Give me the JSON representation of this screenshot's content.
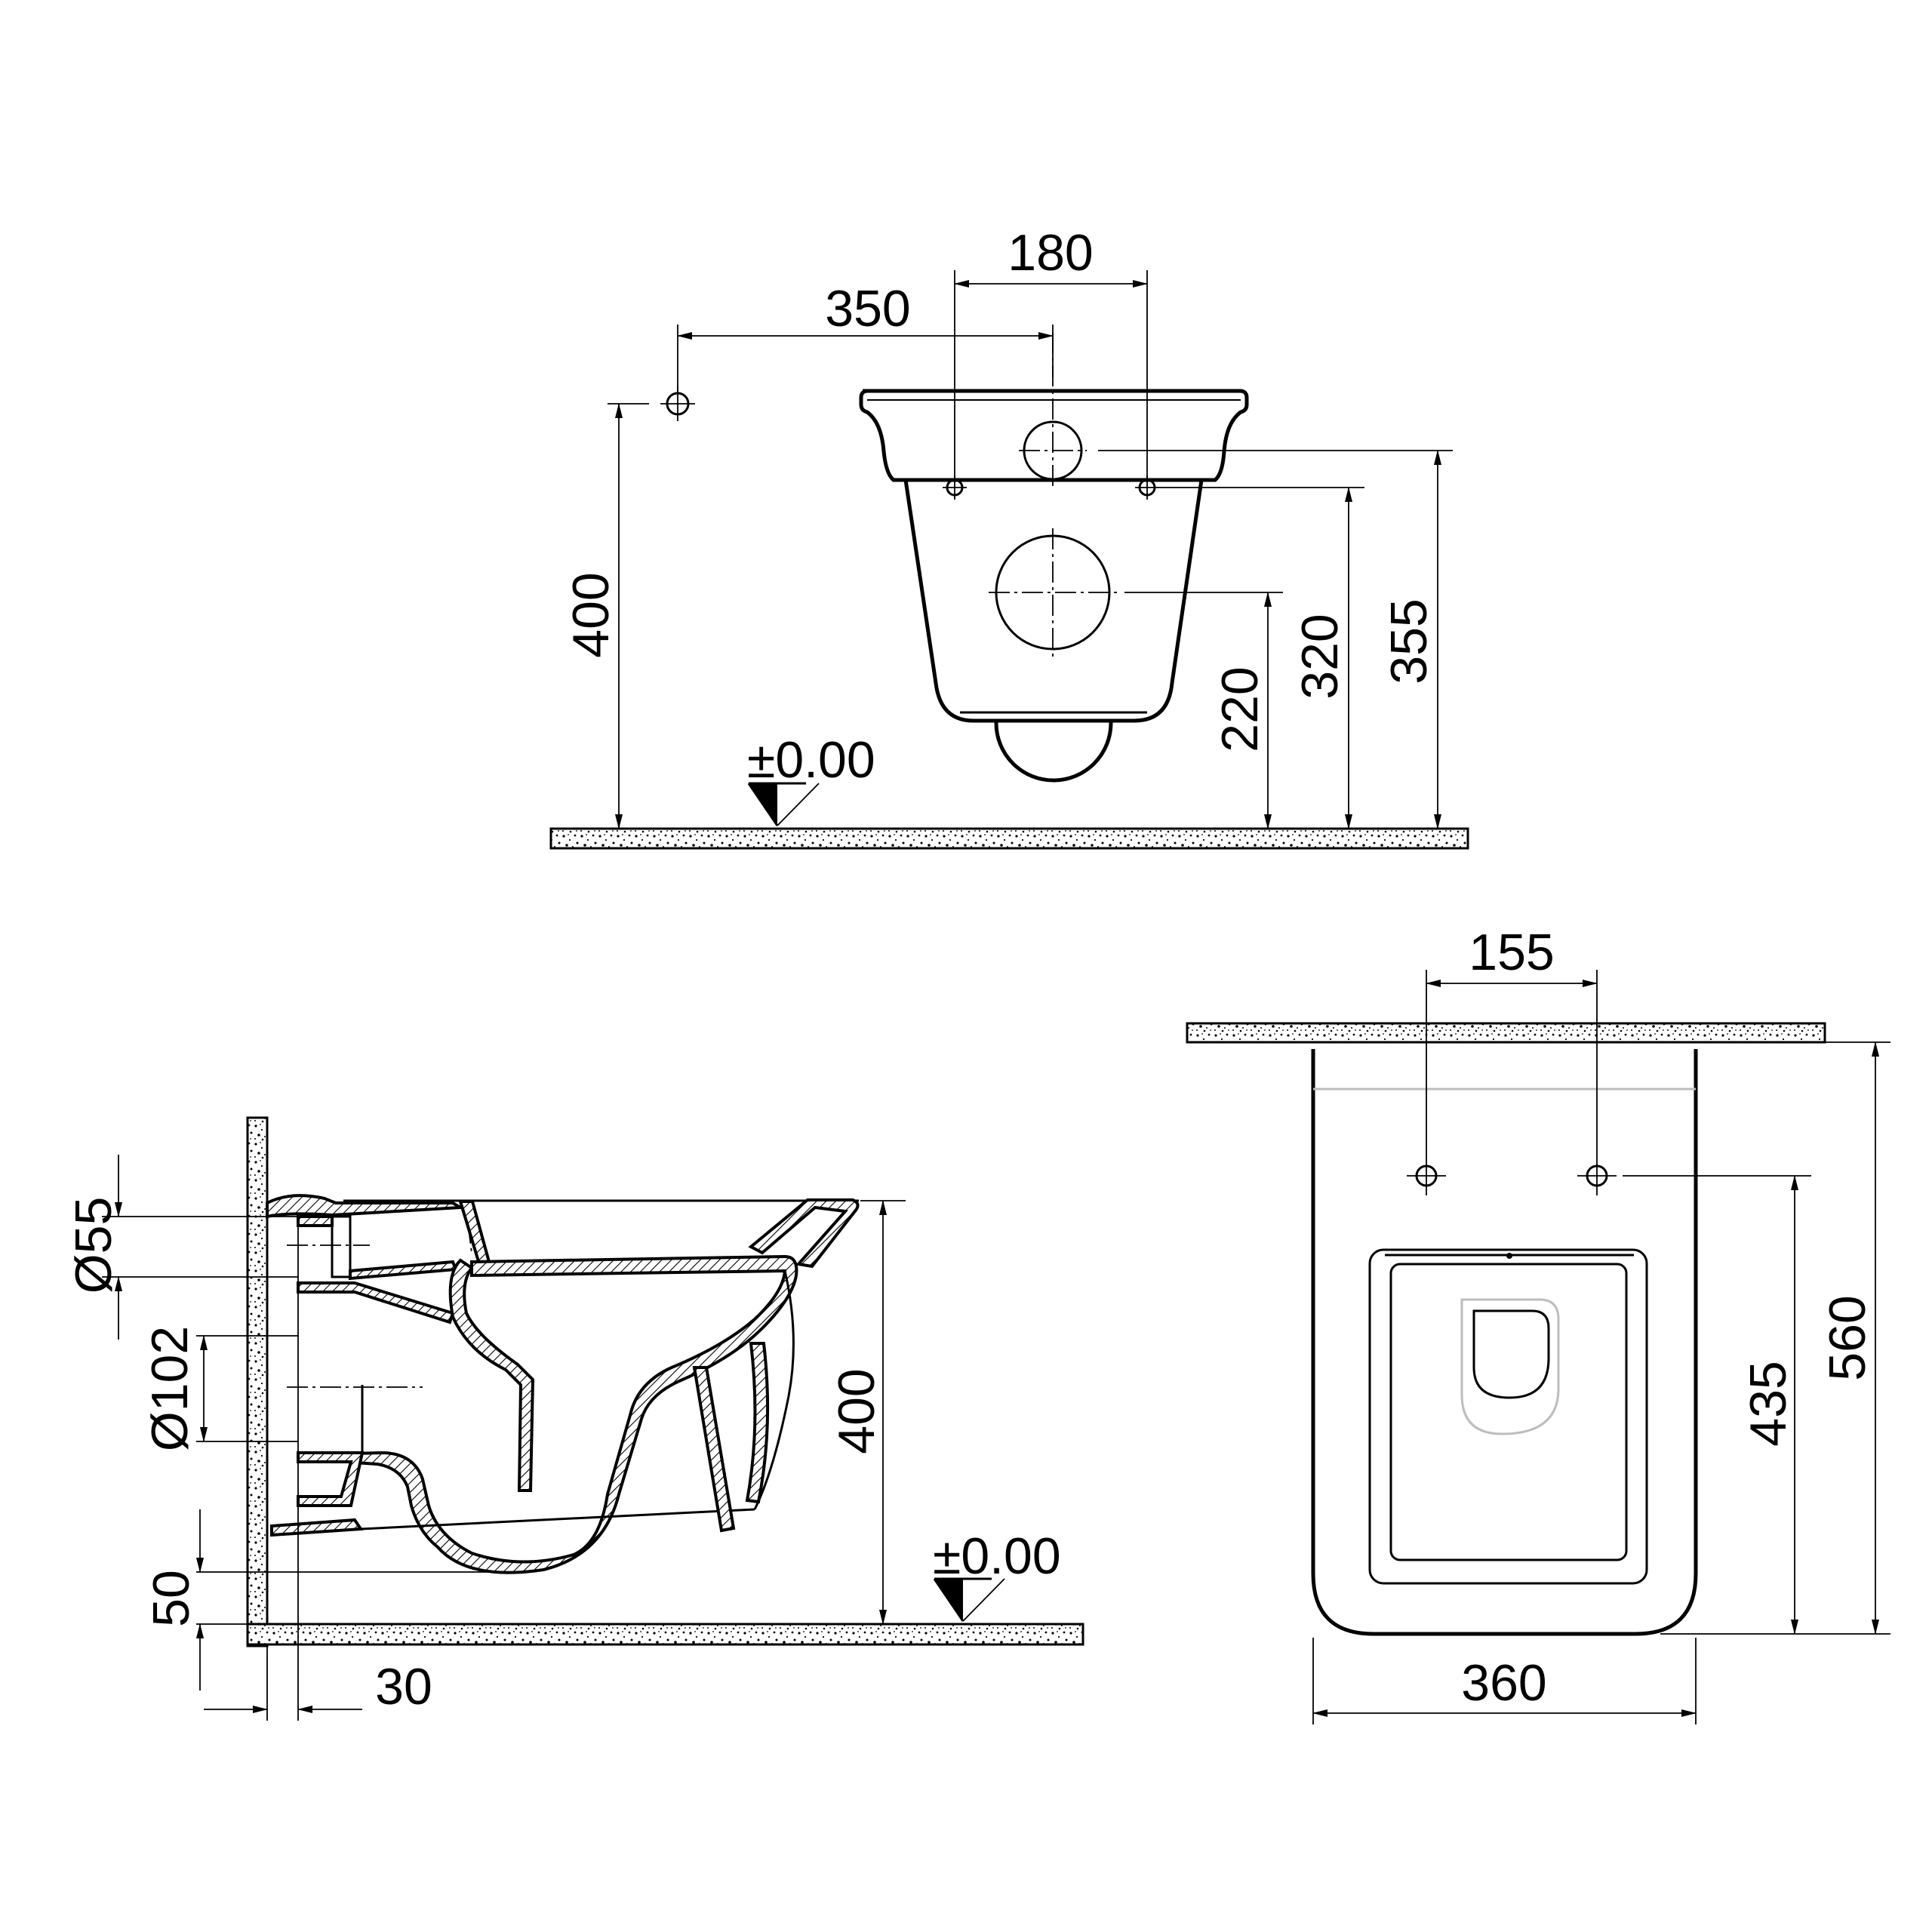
{
  "front_view": {
    "dim_180": "180",
    "dim_350": "350",
    "dim_400": "400",
    "dim_220": "220",
    "dim_320": "320",
    "dim_355": "355",
    "level": "±0.00"
  },
  "side_view": {
    "dim_d55": "Ø55",
    "dim_d102": "Ø102",
    "dim_400": "400",
    "dim_50": "50",
    "dim_30": "30",
    "level": "±0.00"
  },
  "top_view": {
    "dim_155": "155",
    "dim_435": "435",
    "dim_560": "560",
    "dim_360": "360"
  }
}
